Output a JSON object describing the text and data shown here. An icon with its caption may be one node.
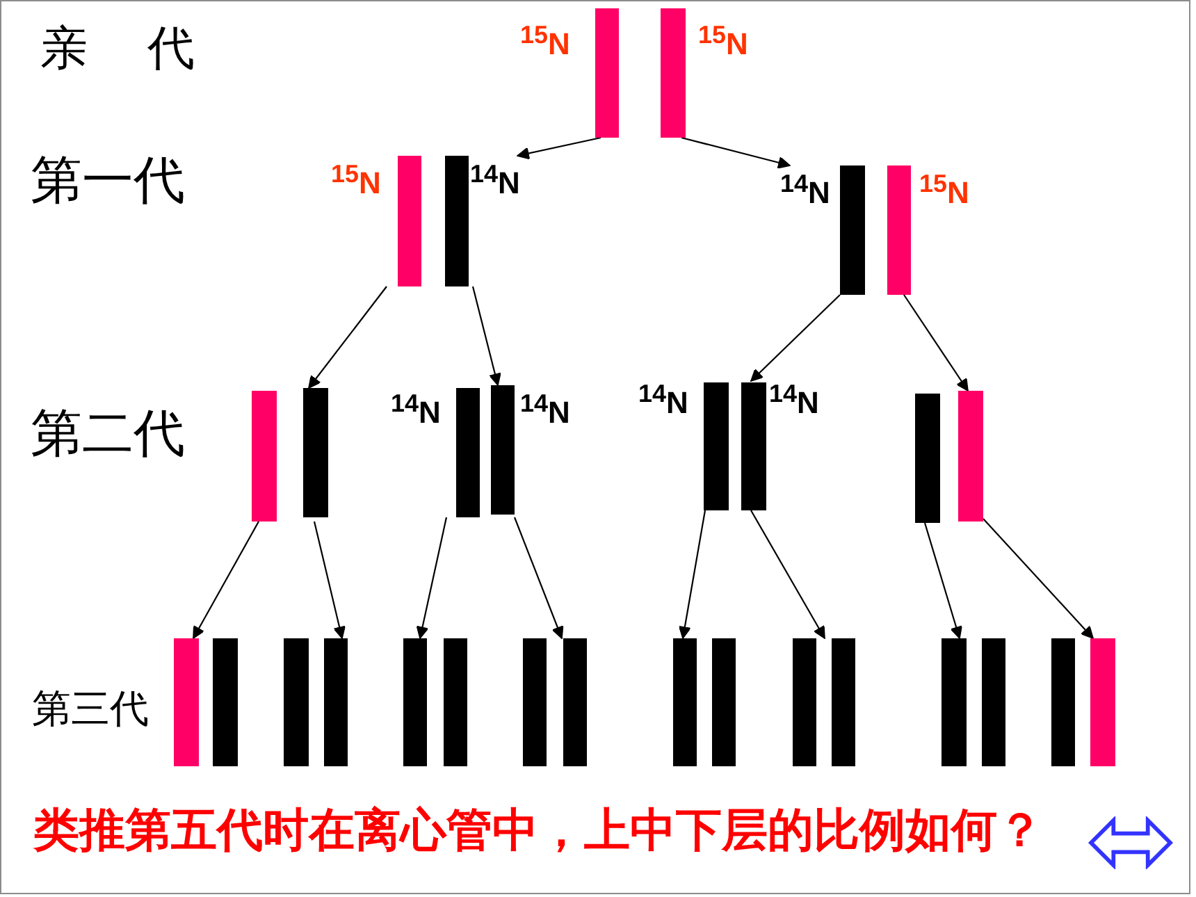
{
  "diagram": {
    "nodes": [
      {
        "text": [
          "$^{15}$N",
          "$^{15}$N"
        ]
      },
      {
        "text": [
          "$^{15}$N",
          "$^{14}$N"
        ]
      },
      {
        "text": [
          "$^{14}$N",
          "$^{15}$N"
        ]
      },
      {
        "text": [],
        "shape": "bar"
      },
      {
        "text": [
          "$^{14}$N",
          "$^{14}$N"
        ]
      },
      {
        "text": [
          "$^{14}$N",
          "$^{14}$N"
        ]
      },
      {
        "text": [],
        "shape": "bar"
      },
      {
        "text": [],
        "shape": "bar"
      },
      {
        "text": [],
        "shape": "bar"
      },
      {
        "text": [],
        "shape": "bar"
      },
      {
        "text": [],
        "shape": "bar"
      },
      {
        "text": [],
        "shape": "bar"
      },
      {
        "text": [],
        "shape": "bar"
      },
      {
        "text": [],
        "shape": "bar"
      },
      {
        "text": [],
        "shape": "bar"
      }
    ],
    "edges": [
      {
        "from": 0,
        "to": 1,
        "arrow": "to"
      },
      {
        "from": 0,
        "to": 2,
        "arrow": "to"
      },
      {
        "from": 1,
        "to": 3,
        "arrow": "to"
      },
      {
        "from": 1,
        "to": 4,
        "arrow": "to"
      },
      {
        "from": 2,
        "to": 5,
        "arrow": "to"
      },
      {
        "from": 2,
        "to": 6,
        "arrow": "to"
      },
      {
        "from": 3,
        "to": 7,
        "arrow": "to"
      },
      {
        "from": 3,
        "to": 8,
        "arrow": "to"
      },
      {
        "from": 4,
        "to": 9,
        "arrow": "to"
      },
      {
        "from": 4,
        "to": 10,
        "arrow": "to"
      },
      {
        "from": 5,
        "to": 11,
        "arrow": "to"
      },
      {
        "from": 5,
        "to": 12,
        "arrow": "to"
      },
      {
        "from": 6,
        "to": 13,
        "arrow": "to"
      },
      {
        "from": 6,
        "to": 14,
        "arrow": "to"
      }
    ],
    "labels": [
      "亲 代",
      "第一代",
      "第二代",
      "第三代",
      "类推第五代时在离心管中，上中下层的比例如何？"
    ]
  }
}
